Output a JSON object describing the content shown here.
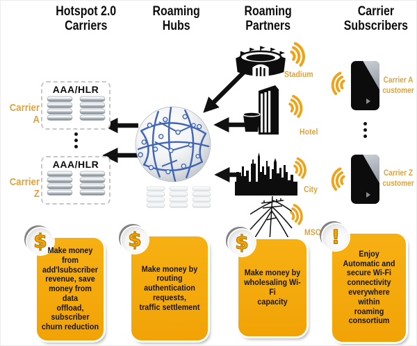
{
  "headers": [
    {
      "label": "Hotspot 2.0\nCarriers"
    },
    {
      "label": "Roaming\nHubs"
    },
    {
      "label": "Roaming\nPartners"
    },
    {
      "label": "Carrier\nSubscribers"
    }
  ],
  "hotspot_carriers": {
    "carrier_a": "Carrier A",
    "carrier_z": "Carrier Z",
    "db_title": "AAA/HLR"
  },
  "roaming_partners": {
    "stadium": "Stadium",
    "hotel": "Hotel",
    "city": "City",
    "mso": "MSO"
  },
  "subscribers": {
    "carrier_a": "Carrier A\ncustomer",
    "carrier_z": "Carrier Z\ncustomer"
  },
  "callouts": [
    {
      "badge": "$",
      "text": "Make money from\nadd'lsubscriber\nrevenue, save\nmoney from data\noffload,\nsubscriber\nchurn reduction"
    },
    {
      "badge": "$",
      "text": "Make money by\nrouting\nauthentication\nrequests,\ntraffic settlement"
    },
    {
      "badge": "$",
      "text": "Make money by\nwholesaling Wi-Fi\ncapacity"
    },
    {
      "badge": "!",
      "text": "Enjoy\nAutomatic and\nsecure Wi-Fi\nconnectivity\neverywhere\nwithin\nroaming\nconsortium"
    }
  ],
  "icons": {
    "globe": "network-globe-icon",
    "stadium": "stadium-icon",
    "hotel": "hotel-icon",
    "city": "city-skyline-icon",
    "mso": "utility-pole-icon",
    "wifi": "wifi-waves-icon",
    "database": "database-stack-icon",
    "phone": "smartphone-icon",
    "dollar": "dollar-badge-icon",
    "alert": "exclamation-badge-icon"
  },
  "colors": {
    "callout_yellow": "#F5A90F",
    "gold_label": "#E2A23B",
    "wifi_gold": "#EFA318",
    "network_blue": "#4166B4",
    "black": "#0D0D0D"
  }
}
